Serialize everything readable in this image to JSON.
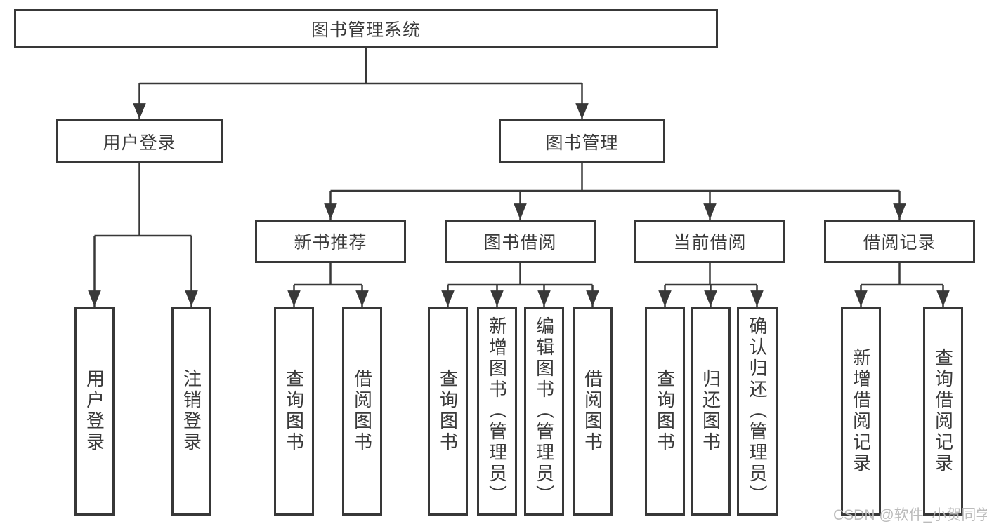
{
  "diagram": {
    "title": "图书管理系统",
    "root": {
      "label": "图书管理系统"
    },
    "level2": [
      {
        "label": "用户登录"
      },
      {
        "label": "图书管理"
      }
    ],
    "level3": [
      {
        "label": "新书推荐",
        "parent": "图书管理"
      },
      {
        "label": "图书借阅",
        "parent": "图书管理"
      },
      {
        "label": "当前借阅",
        "parent": "图书管理"
      },
      {
        "label": "借阅记录",
        "parent": "图书管理"
      }
    ],
    "leaves": [
      {
        "label": "用户登录",
        "parent": "用户登录"
      },
      {
        "label": "注销登录",
        "parent": "用户登录"
      },
      {
        "label": "查询图书",
        "parent": "新书推荐"
      },
      {
        "label": "借阅图书",
        "parent": "新书推荐"
      },
      {
        "label": "查询图书",
        "parent": "图书借阅"
      },
      {
        "label": "新增图书（管理员）",
        "parent": "图书借阅"
      },
      {
        "label": "编辑图书（管理员）",
        "parent": "图书借阅"
      },
      {
        "label": "借阅图书",
        "parent": "图书借阅"
      },
      {
        "label": "查询图书",
        "parent": "当前借阅"
      },
      {
        "label": "归还图书",
        "parent": "当前借阅"
      },
      {
        "label": "确认归还（管理员）",
        "parent": "当前借阅"
      },
      {
        "label": "新增借阅记录",
        "parent": "借阅记录"
      },
      {
        "label": "查询借阅记录",
        "parent": "借阅记录"
      }
    ]
  },
  "watermark": {
    "text": "CSDN @软件_小贺同学"
  },
  "colors": {
    "line": "#383838",
    "text": "#3a3a3a",
    "watermark": "#b8b8b8",
    "background": "#ffffff"
  }
}
